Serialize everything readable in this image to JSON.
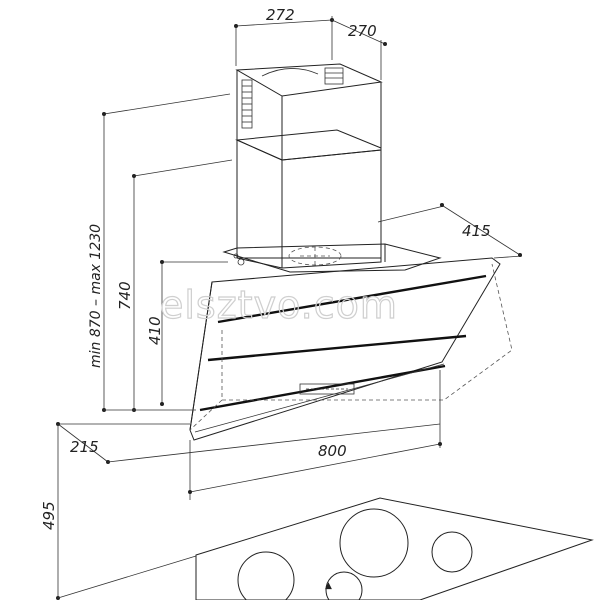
{
  "dimensions": {
    "chimney_width": "272",
    "chimney_depth": "270",
    "hood_depth": "415",
    "height_range": "min 870 – max 1230",
    "height_740": "740",
    "height_410": "410",
    "offset_215": "215",
    "hood_width": "800",
    "clearance_495": "495"
  },
  "watermark": "elsztvo.com"
}
